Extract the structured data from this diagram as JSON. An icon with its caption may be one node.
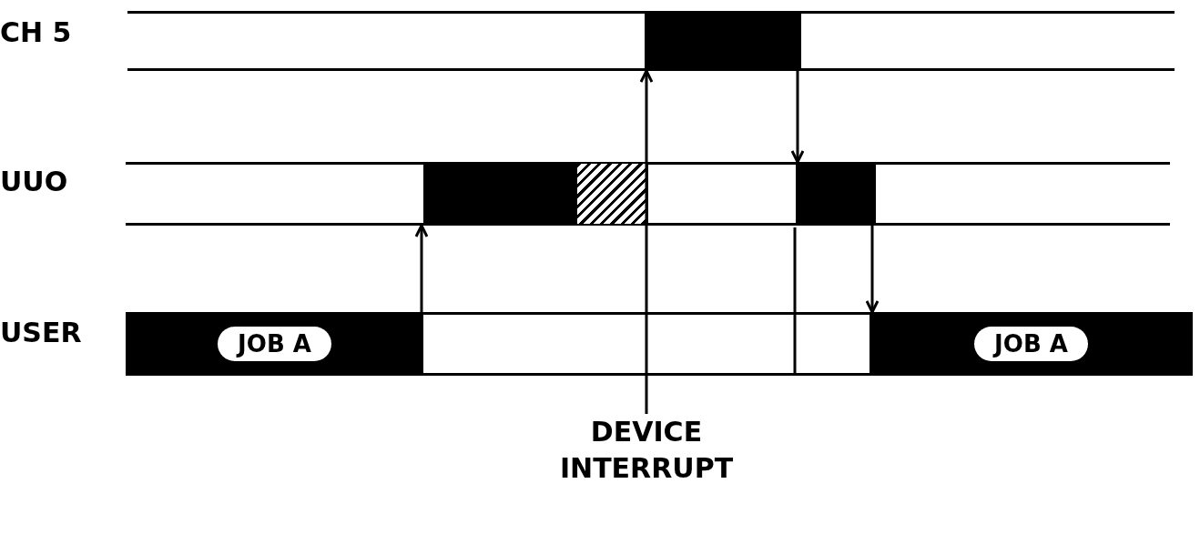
{
  "diagram": {
    "nodes": [
      {
        "text": [
          "CH 5"
        ]
      },
      {
        "text": [
          "UUO"
        ]
      },
      {
        "text": [
          "USER"
        ]
      },
      {
        "text": [
          "JOB A"
        ],
        "in": 2
      },
      {
        "text": [],
        "shape": "bar",
        "in": 1
      },
      {
        "text": [],
        "shape": "bar",
        "in": 1
      },
      {
        "text": [],
        "shape": "bar",
        "in": 0
      },
      {
        "text": [],
        "shape": "bar",
        "in": 1
      },
      {
        "text": [
          "JOB A"
        ],
        "in": 2
      },
      {
        "text": [
          "DEVICE INTERRUPT"
        ]
      }
    ],
    "edges": [
      {
        "from": 3,
        "to": 4,
        "arrow": "to"
      },
      {
        "from": 9,
        "to": 6,
        "arrow": "to"
      },
      {
        "from": 6,
        "to": 7,
        "arrow": "to"
      },
      {
        "from": 7,
        "to": 8,
        "arrow": "to"
      }
    ]
  }
}
